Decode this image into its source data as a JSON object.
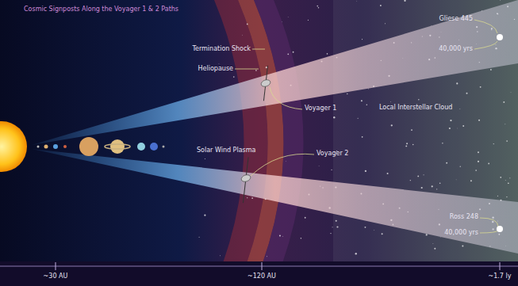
{
  "diagram": {
    "title": "Cosmic Signposts Along the Voyager 1 & 2 Paths",
    "labels": [
      "Termination Shock",
      "Heliopause",
      "Voyager 1",
      "Voyager 2",
      "Solar Wind Plasma",
      "Local Interstellar Cloud",
      "Gliese 445",
      "40,000 yrs",
      "Ross 248",
      "40,000 yrs",
      "~30 AU",
      "~120 AU",
      "~1.7 ly"
    ]
  }
}
